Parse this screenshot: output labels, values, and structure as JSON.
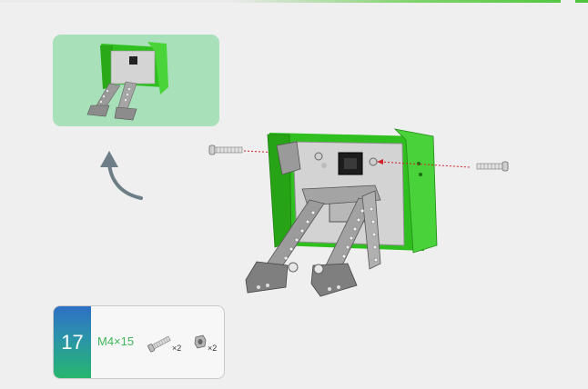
{
  "step": {
    "number": "17",
    "part_label": "M4×15",
    "screw_qty": "×2",
    "nut_qty": "×2"
  },
  "colors": {
    "background": "#efefef",
    "preview_bg": "#a7e0b9",
    "chassis_green": "#35c021",
    "step_gradient_top": "#2f6fc5",
    "step_gradient_bottom": "#27b66f",
    "part_label": "#3fb65c",
    "guide_line": "#d0212a"
  },
  "icons": [
    "curved-arrow-icon",
    "screw-icon",
    "nut-icon"
  ]
}
